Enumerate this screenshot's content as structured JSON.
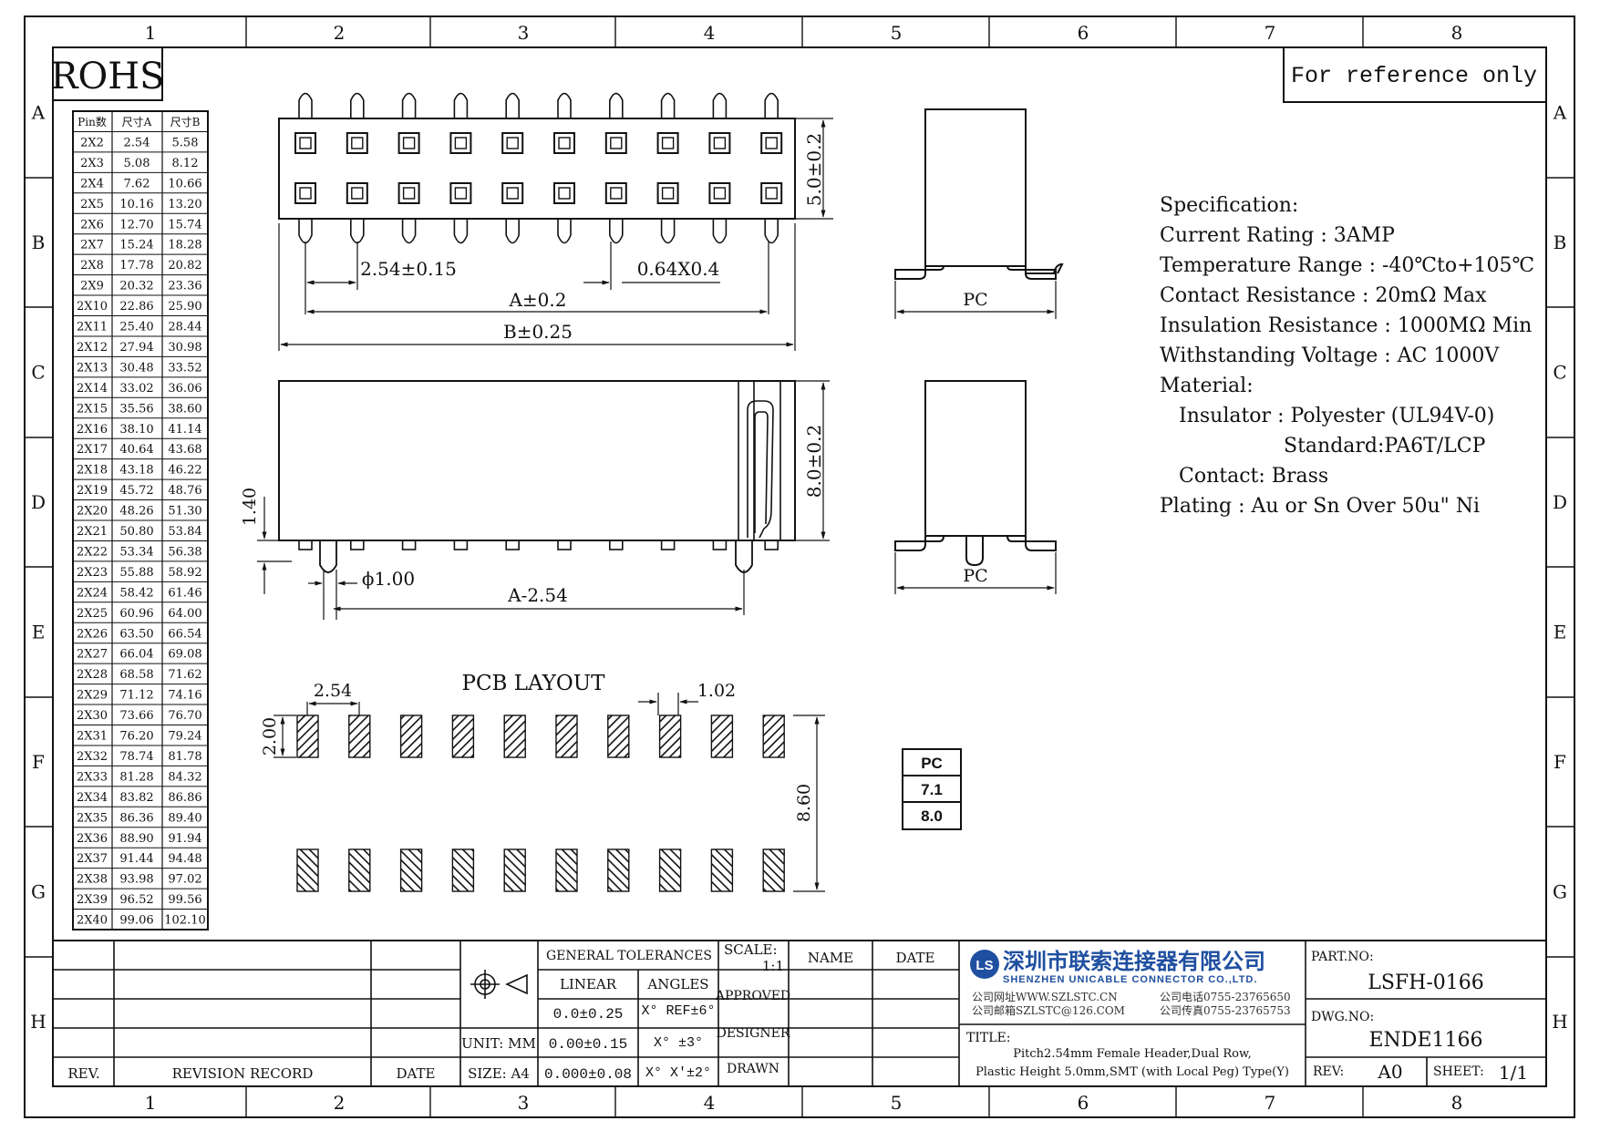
{
  "zone_columns": [
    "1",
    "2",
    "3",
    "4",
    "5",
    "6",
    "7",
    "8"
  ],
  "zone_rows": [
    "A",
    "B",
    "C",
    "D",
    "E",
    "F",
    "G",
    "H"
  ],
  "rohs": "ROHS",
  "reference_note": "For reference only",
  "size_table": {
    "headers": [
      "Pin数",
      "尺寸A",
      "尺寸B"
    ],
    "rows": [
      [
        "2X2",
        "2.54",
        "5.58"
      ],
      [
        "2X3",
        "5.08",
        "8.12"
      ],
      [
        "2X4",
        "7.62",
        "10.66"
      ],
      [
        "2X5",
        "10.16",
        "13.20"
      ],
      [
        "2X6",
        "12.70",
        "15.74"
      ],
      [
        "2X7",
        "15.24",
        "18.28"
      ],
      [
        "2X8",
        "17.78",
        "20.82"
      ],
      [
        "2X9",
        "20.32",
        "23.36"
      ],
      [
        "2X10",
        "22.86",
        "25.90"
      ],
      [
        "2X11",
        "25.40",
        "28.44"
      ],
      [
        "2X12",
        "27.94",
        "30.98"
      ],
      [
        "2X13",
        "30.48",
        "33.52"
      ],
      [
        "2X14",
        "33.02",
        "36.06"
      ],
      [
        "2X15",
        "35.56",
        "38.60"
      ],
      [
        "2X16",
        "38.10",
        "41.14"
      ],
      [
        "2X17",
        "40.64",
        "43.68"
      ],
      [
        "2X18",
        "43.18",
        "46.22"
      ],
      [
        "2X19",
        "45.72",
        "48.76"
      ],
      [
        "2X20",
        "48.26",
        "51.30"
      ],
      [
        "2X21",
        "50.80",
        "53.84"
      ],
      [
        "2X22",
        "53.34",
        "56.38"
      ],
      [
        "2X23",
        "55.88",
        "58.92"
      ],
      [
        "2X24",
        "58.42",
        "61.46"
      ],
      [
        "2X25",
        "60.96",
        "64.00"
      ],
      [
        "2X26",
        "63.50",
        "66.54"
      ],
      [
        "2X27",
        "66.04",
        "69.08"
      ],
      [
        "2X28",
        "68.58",
        "71.62"
      ],
      [
        "2X29",
        "71.12",
        "74.16"
      ],
      [
        "2X30",
        "73.66",
        "76.70"
      ],
      [
        "2X31",
        "76.20",
        "79.24"
      ],
      [
        "2X32",
        "78.74",
        "81.78"
      ],
      [
        "2X33",
        "81.28",
        "84.32"
      ],
      [
        "2X34",
        "83.82",
        "86.86"
      ],
      [
        "2X35",
        "86.36",
        "89.40"
      ],
      [
        "2X36",
        "88.90",
        "91.94"
      ],
      [
        "2X37",
        "91.44",
        "94.48"
      ],
      [
        "2X38",
        "93.98",
        "97.02"
      ],
      [
        "2X39",
        "96.52",
        "99.56"
      ],
      [
        "2X40",
        "99.06",
        "102.10"
      ]
    ]
  },
  "dims": {
    "pitch": "2.54±0.15",
    "pin_size": "0.64X0.4",
    "a": "A±0.2",
    "b": "B±0.25",
    "height_top": "5.0±0.2",
    "height_side": "8.0±0.2",
    "standoff": "1.40",
    "peg": "ϕ1.00",
    "a_minus": "A-2.54",
    "pc": "PC",
    "pcb_title": "PCB LAYOUT",
    "pcb_pitch": "2.54",
    "pcb_pad_width": "1.02",
    "pcb_pad_height": "2.00",
    "pcb_row_span": "8.60"
  },
  "pc_table": [
    "PC",
    "7.1",
    "8.0"
  ],
  "specification": {
    "title": "Specification:",
    "lines": [
      {
        "text": "Current Rating : 3AMP",
        "indent": 0
      },
      {
        "text": "Temperature Range : -40℃to+105℃",
        "indent": 0
      },
      {
        "text": "Contact Resistance : 20mΩ Max",
        "indent": 0
      },
      {
        "text": "Insulation Resistance : 1000MΩ Min",
        "indent": 0
      },
      {
        "text": "Withstanding Voltage : AC 1000V",
        "indent": 0
      },
      {
        "text": "Material:",
        "indent": 0
      },
      {
        "text": "Insulator : Polyester (UL94V-0)",
        "indent": 1
      },
      {
        "text": "Standard:PA6T/LCP",
        "indent": 2
      },
      {
        "text": "Contact: Brass",
        "indent": 1
      },
      {
        "text": "Plating : Au or Sn Over 50u\" Ni",
        "indent": 0
      }
    ]
  },
  "title_block": {
    "rev_header": "REV.",
    "revision_record": "REVISION RECORD",
    "date_header": "DATE",
    "unit_label": "UNIT: MM",
    "size_label": "SIZE: A4",
    "general_tolerances": "GENERAL TOLERANCES",
    "linear": "LINEAR",
    "angles": "ANGLES",
    "tol_linear": [
      "0.0±0.25",
      "0.00±0.15",
      "0.000±0.08"
    ],
    "tol_angles": [
      "X° REF±6°",
      "X° ±3°",
      "X° X'±2°"
    ],
    "scale_label": "SCALE:",
    "scale_value": "1:1",
    "name": "NAME",
    "date": "DATE",
    "approved": "APPROVED",
    "designer": "DESIGNER",
    "drawn": "DRAWN",
    "company_cn": "深圳市联索连接器有限公司",
    "company_en": "SHENZHEN UNICABLE CONNECTOR CO.,LTD.",
    "web": "公司网址WWW.SZLSTC.CN",
    "email": "公司邮箱SZLSTC@126.COM",
    "phone": "公司电话0755-23765650",
    "fax": "公司传真0755-23765753",
    "logo": "LS",
    "title_label": "TITLE:",
    "title_line1": "Pitch2.54mm Female Header,Dual Row,",
    "title_line2": "Plastic Height 5.0mm,SMT (with Local Peg) Type(Y)",
    "part_no_label": "PART.NO:",
    "part_no": "LSFH-0166",
    "dwg_no_label": "DWG.NO:",
    "dwg_no": "ENDE1166",
    "rev_label": "REV:",
    "rev_value": "A0",
    "sheet_label": "SHEET:",
    "sheet_value": "1/1",
    "accent": "#1f4fa0"
  }
}
